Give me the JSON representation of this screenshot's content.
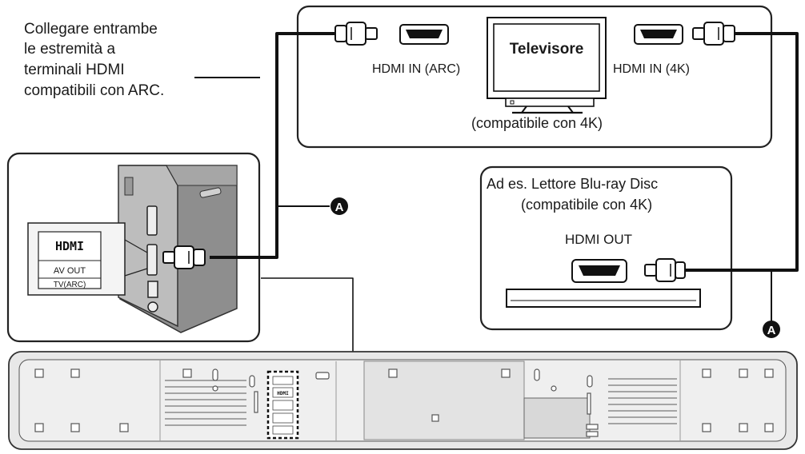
{
  "note": {
    "line1": "Collegare entrambe",
    "line2": "le estremità a",
    "line3": "terminali HDMI",
    "line4": "compatibili con ARC."
  },
  "tv": {
    "name": "Televisore",
    "arc_port_label": "HDMI IN (ARC)",
    "k4_port_label": "HDMI IN (4K)",
    "compat_label": "(compatibile con 4K)"
  },
  "player": {
    "line1": "Ad es. Lettore Blu-ray Disc",
    "line2": "(compatibile con 4K)",
    "port_label": "HDMI OUT"
  },
  "soundbar_panel": {
    "hdmi_logo": "HDMI",
    "av_out": "AV OUT",
    "tv_arc": "TV(ARC)"
  },
  "callouts": {
    "a1": "A",
    "a2": "A"
  },
  "colors": {
    "line": "#111111",
    "panel_gray": "#c9c9c9",
    "soundbar_gray": "#e6e6e6"
  }
}
